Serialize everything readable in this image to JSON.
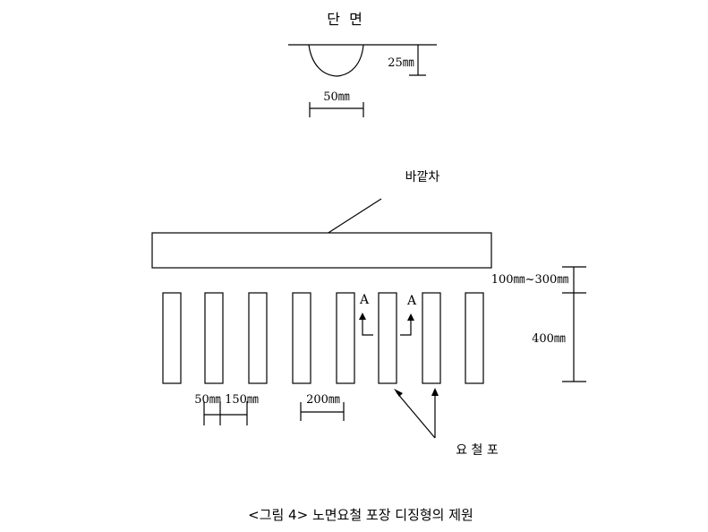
{
  "section": {
    "title": "단  면",
    "depth_label": "25㎜",
    "width_label": "50㎜"
  },
  "arrow_label": "바깥차",
  "labels": {
    "gap_range": "100㎜~300㎜",
    "length": "400㎜",
    "section_marker_left": "A",
    "section_marker_right": "A",
    "strip_width": "50㎜",
    "strip_spacing": "150㎜",
    "pitch": "200㎜",
    "rumble_strips": "요 철 포"
  },
  "caption": "<그림 4> 노면요철 포장 디징형의 제원"
}
